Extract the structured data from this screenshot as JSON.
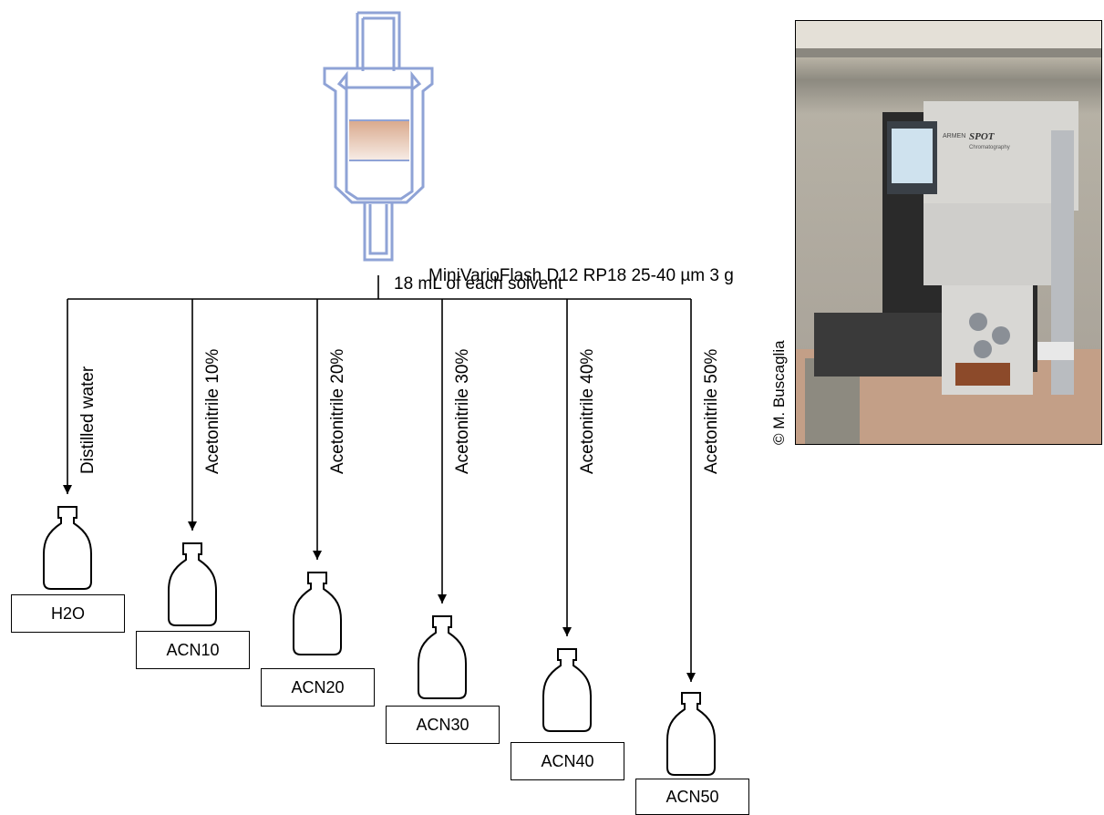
{
  "column": {
    "name": "MiniVarioFlash D12 RP18 25-40 µm 3 g",
    "flow_label": "18 mL of each solvent"
  },
  "fractions": [
    {
      "solvent": "Distilled water",
      "code": "H2O"
    },
    {
      "solvent": "Acetonitrile 10%",
      "code": "ACN10"
    },
    {
      "solvent": "Acetonitrile 20%",
      "code": "ACN20"
    },
    {
      "solvent": "Acetonitrile 30%",
      "code": "ACN30"
    },
    {
      "solvent": "Acetonitrile 40%",
      "code": "ACN40"
    },
    {
      "solvent": "Acetonitrile 50%",
      "code": "ACN50"
    }
  ],
  "photo": {
    "credit": "© M. Buscaglia",
    "device_brand": "ARMEN",
    "device_model": "SPOT",
    "device_subtitle": "Chromatography"
  },
  "colors": {
    "cartridge_outline": "#8fa3d6",
    "sorbent_top": "#d9a98c",
    "line": "#000000"
  }
}
